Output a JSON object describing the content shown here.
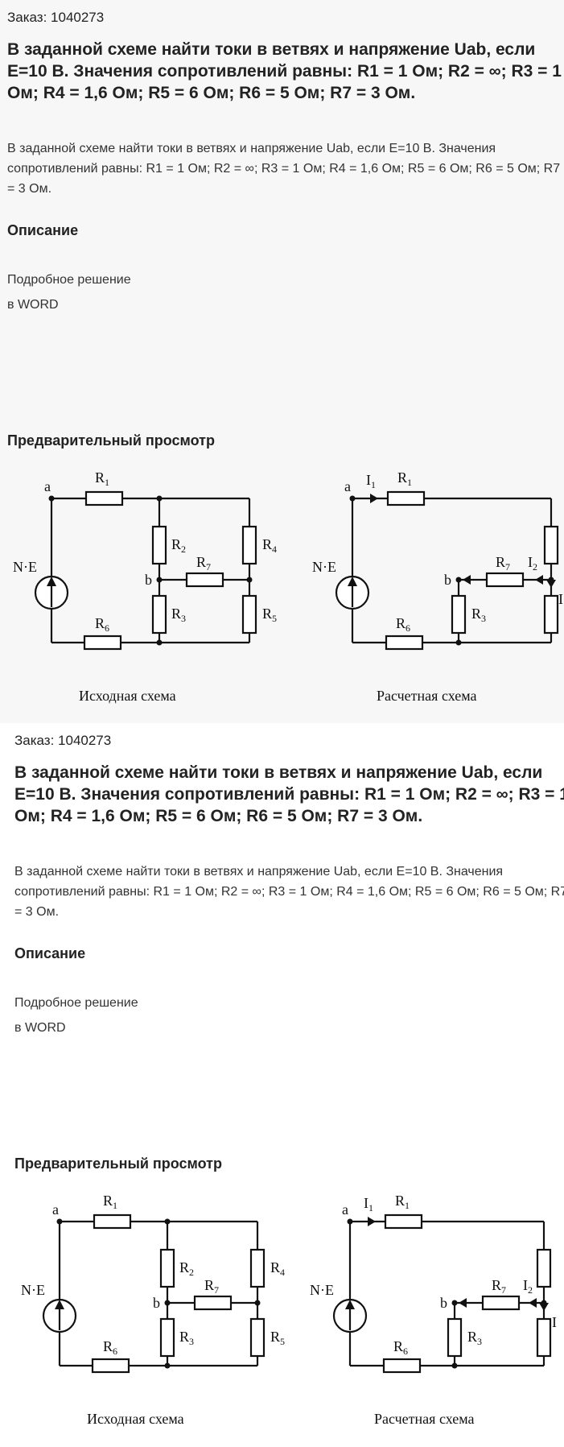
{
  "order": "Заказ: 1040273",
  "title": "В заданной схеме найти токи в ветвях и напряжение Uab, если E=10 В. Значения сопротивлений равны: R1 = 1 Ом; R2 = ∞; R3 = 1 Ом; R4 = 1,6 Ом; R5 = 6 Ом; R6 = 5 Ом; R7 = 3 Ом.",
  "description": "В заданной схеме найти токи в ветвях и напряжение Uab, если E=10 В. Значения сопротивлений равны: R1 = 1 Ом; R2 = ∞; R3 = 1 Ом; R4 = 1,6 Ом; R5 = 6 Ом; R6 = 5 Ом; R7 = 3 Ом.",
  "description_heading": "Описание",
  "description_lines": [
    "Подробное решение",
    "в WORD"
  ],
  "preview_heading": "Предварительный просмотр",
  "scheme": {
    "left_caption": "Исходная схема",
    "right_caption": "Расчетная схема",
    "source_label": "N·E",
    "node_a": "a",
    "node_b": "b",
    "R1": "R",
    "R2": "R",
    "R3": "R",
    "R4": "R",
    "R5": "R",
    "R6": "R",
    "R7": "R",
    "R1_sub": "1",
    "R2_sub": "2",
    "R3_sub": "3",
    "R4_sub": "4",
    "R5_sub": "5",
    "R6_sub": "6",
    "R7_sub": "7",
    "I1": "I",
    "I1_sub": "1",
    "I2": "I",
    "I2_sub": "2",
    "I3_partial": "I"
  }
}
